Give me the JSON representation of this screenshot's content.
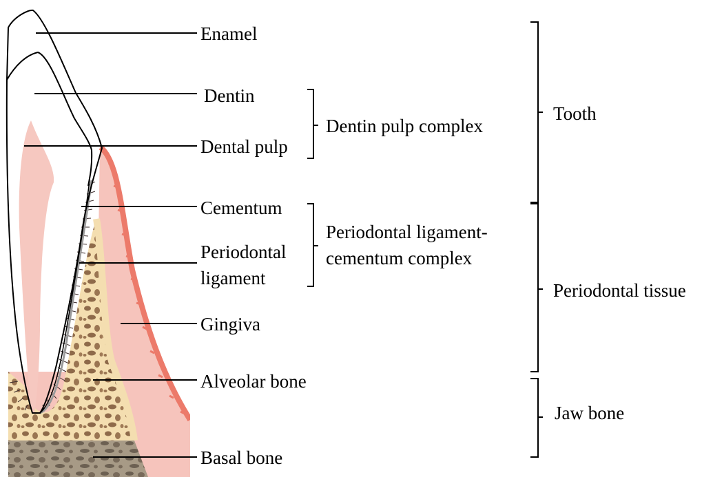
{
  "labels": {
    "enamel": "Enamel",
    "dentin": "Dentin",
    "dental_pulp": "Dental pulp",
    "cementum": "Cementum",
    "periodontal_ligament_line1": "Periodontal",
    "periodontal_ligament_line2": "ligament",
    "gingiva": "Gingiva",
    "alveolar_bone": "Alveolar bone",
    "basal_bone": "Basal bone"
  },
  "groups": {
    "dentin_pulp_complex": "Dentin pulp complex",
    "pdl_cementum_complex_line1": "Periodontal ligament-",
    "pdl_cementum_complex_line2": "cementum complex"
  },
  "categories": {
    "tooth": "Tooth",
    "periodontal_tissue": "Periodontal tissue",
    "jaw_bone": "Jaw bone"
  },
  "colors": {
    "gingiva_fill": "#f6c4bc",
    "gingiva_edge": "#ec7a6a",
    "pulp_fill": "#f6c8c0",
    "alveolar_fill": "#f4deb0",
    "alveolar_spots": "#8e6a4a",
    "basal_fill": "#a79a86",
    "basal_spots": "#6c6052",
    "tooth_outline": "#000000"
  }
}
